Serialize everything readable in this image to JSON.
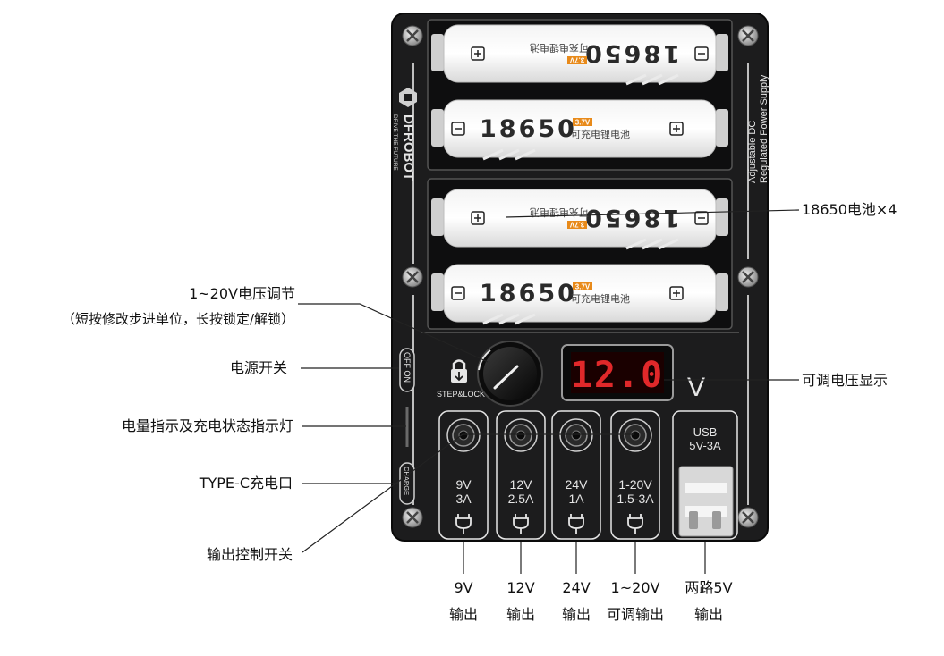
{
  "board": {
    "brand": "DFROBOT",
    "slogan": "DRIVE THE FUTURE",
    "product_line1": "Adjustable DC",
    "product_line2": "Regulated Power Supply",
    "switch_text": "OFF ON",
    "charge_text": "CHARGE",
    "lock_text": "STEP&LOCK",
    "display_value": "12.0",
    "display_unit": "V",
    "usb_label_1": "USB",
    "usb_label_2": "5V-3A"
  },
  "batteries": [
    {
      "model": "18650",
      "volt": "3.7V",
      "desc": "可充电锂电池",
      "flipped": true
    },
    {
      "model": "18650",
      "volt": "3.7V",
      "desc": "可充电锂电池",
      "flipped": false
    },
    {
      "model": "18650",
      "volt": "3.7V",
      "desc": "可充电锂电池",
      "flipped": true
    },
    {
      "model": "18650",
      "volt": "3.7V",
      "desc": "可充电锂电池",
      "flipped": false
    }
  ],
  "ports": [
    {
      "volt": "9V",
      "amp": "3A"
    },
    {
      "volt": "12V",
      "amp": "2.5A"
    },
    {
      "volt": "24V",
      "amp": "1A"
    },
    {
      "volt": "1-20V",
      "amp": "1.5-3A"
    }
  ],
  "annotations": {
    "battery": "18650电池×4",
    "voltage_adjust_1": "1~20V电压调节",
    "voltage_adjust_2": "（短按修改步进单位，长按锁定/解锁）",
    "power_switch": "电源开关",
    "indicator": "电量指示及充电状态指示灯",
    "typec": "TYPE-C充电口",
    "output_switch": "输出控制开关",
    "voltage_display": "可调电压显示"
  },
  "bottom_captions": [
    {
      "line1": "9V",
      "line2": "输出"
    },
    {
      "line1": "12V",
      "line2": "输出"
    },
    {
      "line1": "24V",
      "line2": "输出"
    },
    {
      "line1": "1~20V",
      "line2": "可调输出"
    },
    {
      "line1": "两路5V",
      "line2": "输出"
    }
  ]
}
